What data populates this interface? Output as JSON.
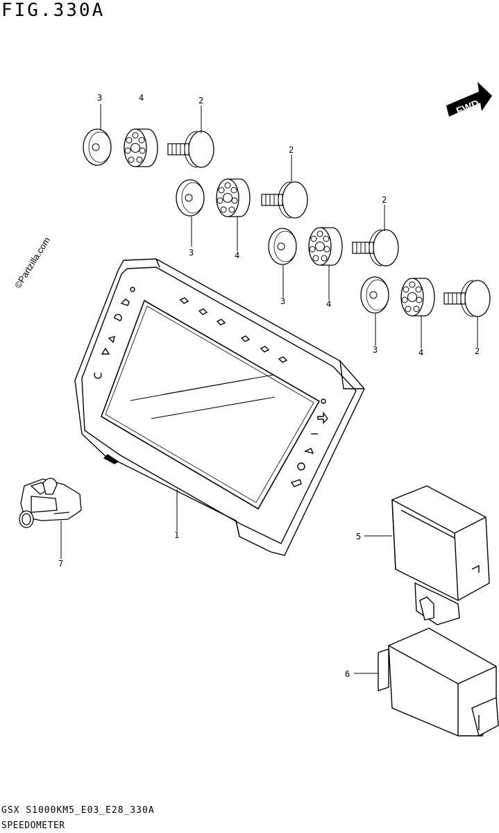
{
  "figure": {
    "title": "FIG.330A",
    "watermark": "©Partzilla.com",
    "code": "GSX S1000KM5_E03_E28_330A",
    "name": "SPEEDOMETER"
  },
  "fwd_label": "FWD",
  "callouts": {
    "c1": "1",
    "c2a": "2",
    "c2b": "2",
    "c2c": "2",
    "c2d": "2",
    "c3a": "3",
    "c3b": "3",
    "c3c": "3",
    "c3d": "3",
    "c4a": "4",
    "c4b": "4",
    "c4c": "4",
    "c4d": "4",
    "c5": "5",
    "c6": "6",
    "c7": "7"
  }
}
